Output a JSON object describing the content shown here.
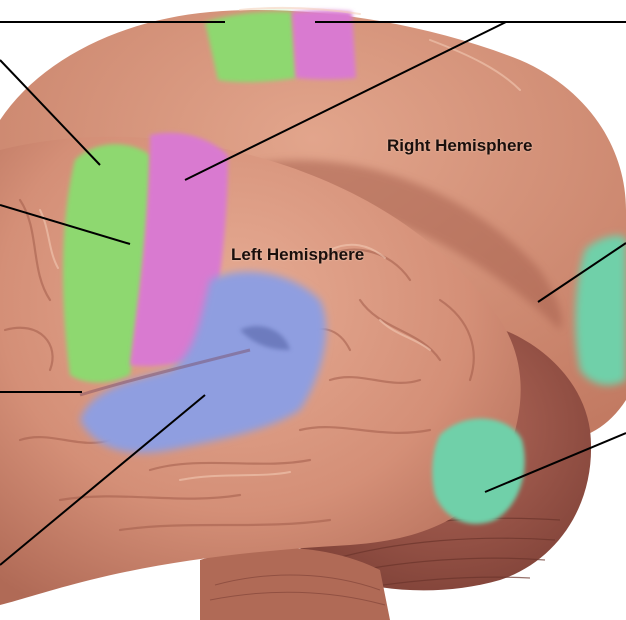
{
  "labels": {
    "right_hemisphere": "Right Hemisphere",
    "left_hemisphere": "Left Hemisphere"
  },
  "colors": {
    "background": "#ffffff",
    "cortex": "#d9967f",
    "cortex_shadow": "#a8624f",
    "cerebellum": "#9c5548",
    "green_region": "#8ed86f",
    "magenta_region": "#d97ad0",
    "blue_region": "#8f9ee0",
    "teal_region": "#6fd0a9",
    "leader_line": "#000000"
  },
  "regions": [
    {
      "name": "green",
      "icon": "green-motor-strip"
    },
    {
      "name": "magenta",
      "icon": "magenta-sensory-strip"
    },
    {
      "name": "blue",
      "icon": "blue-temporal-region"
    },
    {
      "name": "teal",
      "icon": "teal-occipital-region"
    }
  ]
}
